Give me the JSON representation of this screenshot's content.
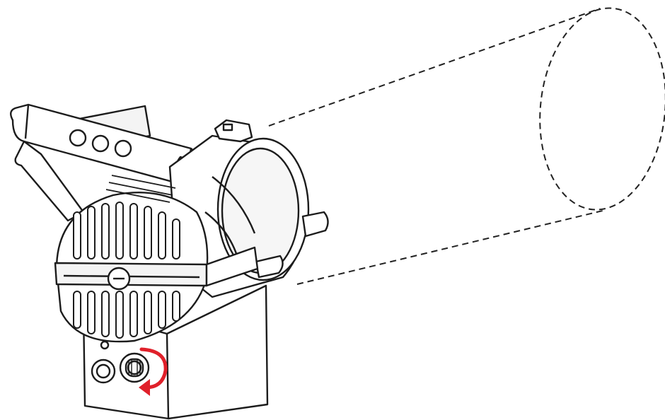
{
  "diagram": {
    "subject": "stage-spotlight-fixture",
    "parts": [
      "yoke",
      "lens-housing",
      "heatsink-cover",
      "base-box",
      "focus-knob",
      "beam-cone"
    ],
    "colors": {
      "line": "#1c1c1c",
      "fill": "#ffffff",
      "shade": "#f0f0f0",
      "arrow": "#e0202a",
      "beam": "#222222"
    },
    "icons": {
      "rotation": "rotate-clockwise-arrow-icon"
    }
  }
}
